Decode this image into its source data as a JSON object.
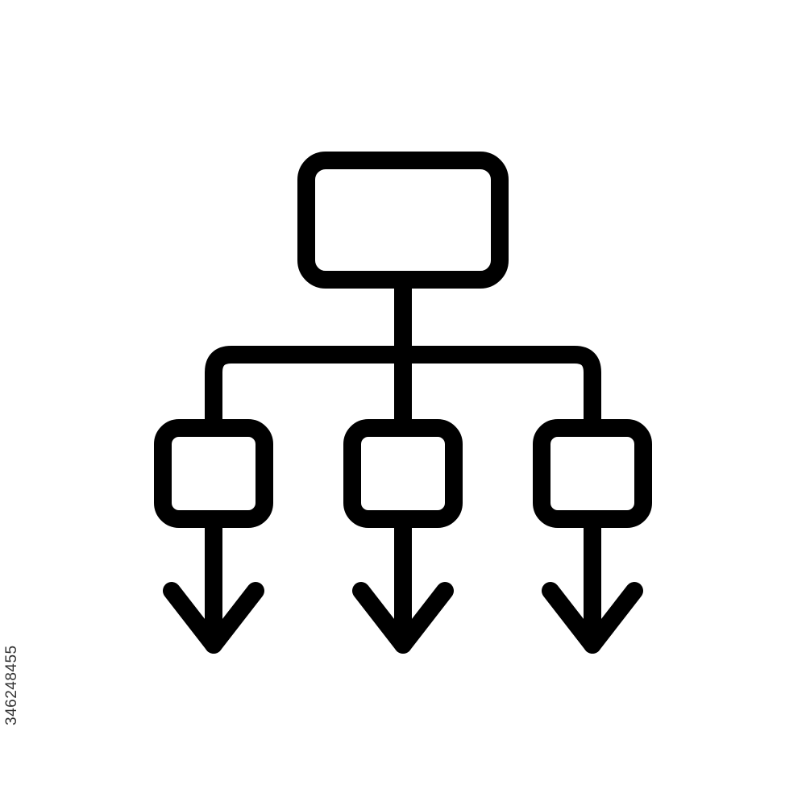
{
  "image": {
    "subject": "hierarchy-flow-icon",
    "style": "black outline icon on white background",
    "stroke_color": "#000000",
    "background_color": "#ffffff"
  },
  "diagram": {
    "root_node": {
      "icon": "rounded-rectangle"
    },
    "child_nodes": [
      {
        "icon": "rounded-square"
      },
      {
        "icon": "rounded-square"
      },
      {
        "icon": "rounded-square"
      }
    ],
    "output_arrows": [
      {
        "icon": "arrow-down-icon"
      },
      {
        "icon": "arrow-down-icon"
      },
      {
        "icon": "arrow-down-icon"
      }
    ]
  },
  "watermark": {
    "stock_id": "346248455"
  }
}
